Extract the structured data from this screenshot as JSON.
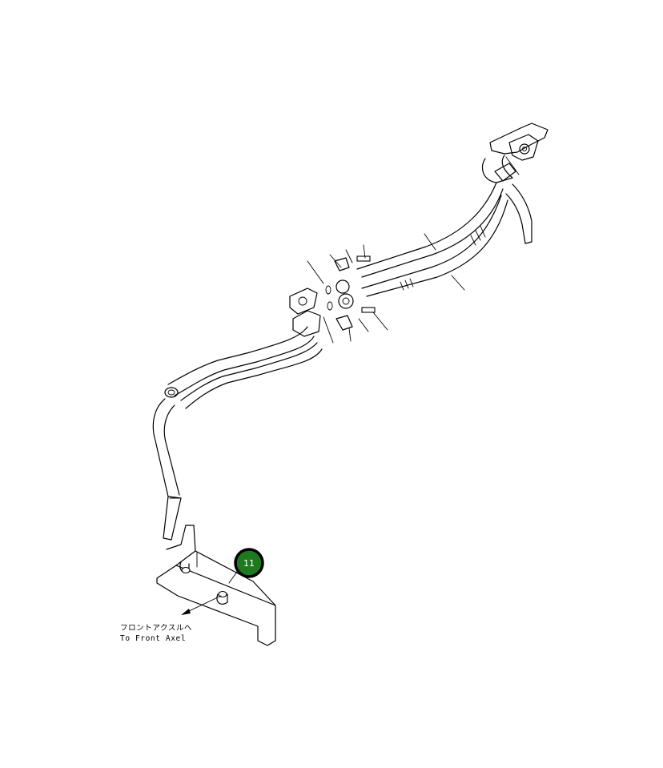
{
  "callouts": [
    {
      "label": "11",
      "fill": "#1f7a1f",
      "ring": "#000000"
    }
  ],
  "direction_note": {
    "jp": "フロントアクスルへ",
    "en": "To Front Axel"
  }
}
